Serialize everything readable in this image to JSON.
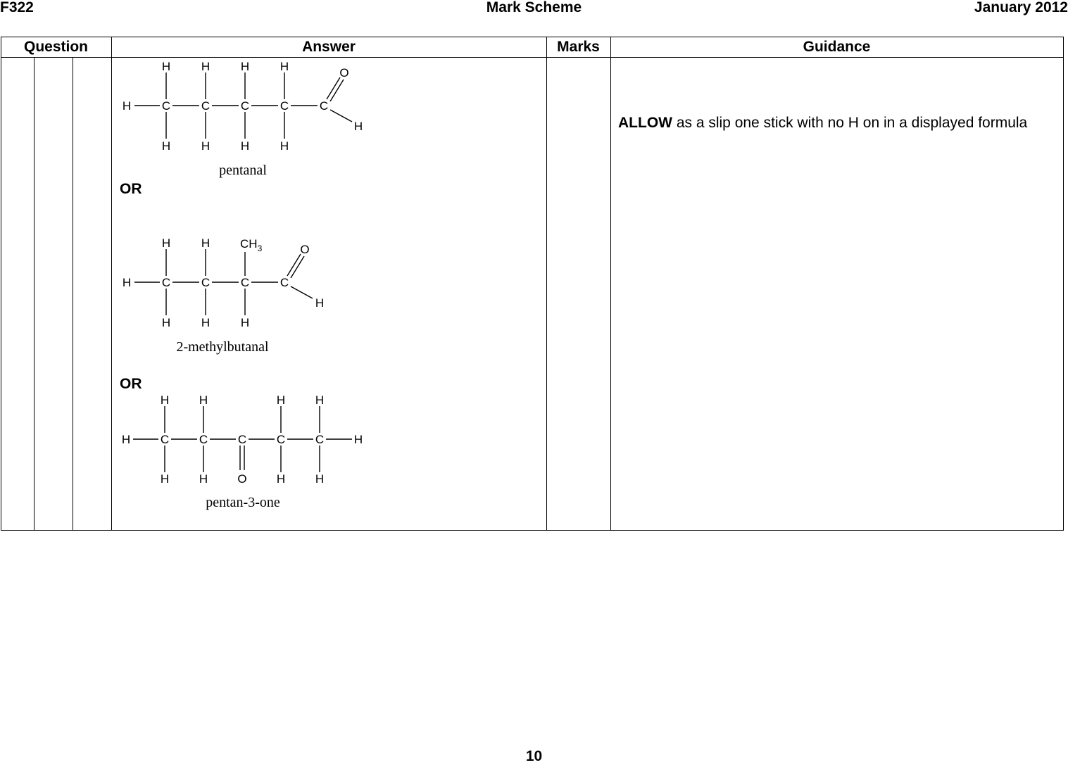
{
  "header": {
    "code": "F322",
    "title": "Mark Scheme",
    "date": "January 2012"
  },
  "table": {
    "columns": [
      "Question",
      "Answer",
      "Marks",
      "Guidance"
    ]
  },
  "answer": {
    "or_label": "OR",
    "structures": [
      {
        "name": "pentanal"
      },
      {
        "name": "2-methylbutanal"
      },
      {
        "name": "pentan-3-one"
      }
    ]
  },
  "guidance": {
    "keyword": "ALLOW",
    "text": " as a slip one stick with no H on in a displayed formula"
  },
  "page_number": "10"
}
